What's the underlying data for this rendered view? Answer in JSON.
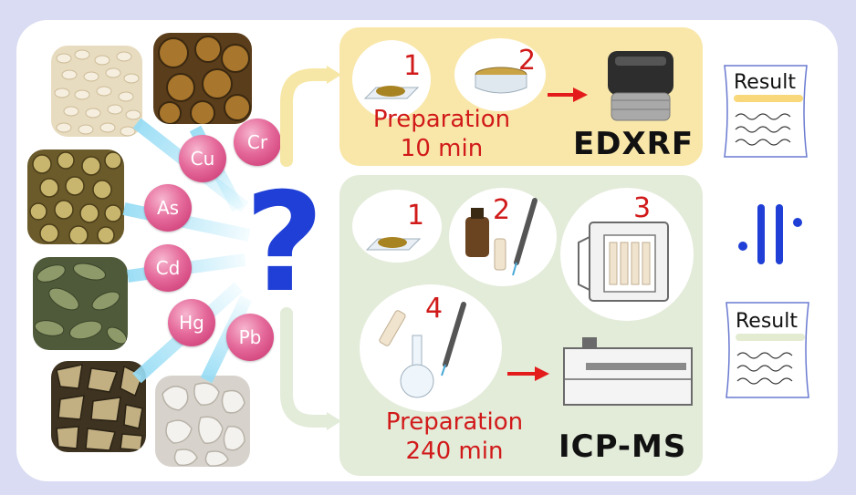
{
  "elements": [
    "Cr",
    "Cu",
    "As",
    "Cd",
    "Hg",
    "Pb"
  ],
  "question_mark": "?",
  "edxrf": {
    "steps": [
      "1",
      "2"
    ],
    "preparation_label": "Preparation",
    "preparation_time": "10 min",
    "method": "EDXRF"
  },
  "icpms": {
    "steps": [
      "1",
      "2",
      "3",
      "4"
    ],
    "preparation_label": "Preparation",
    "preparation_time": "240 min",
    "method": "ICP-MS"
  },
  "results": [
    "Result",
    "Result"
  ],
  "colors": {
    "frame": "#d9dcf2",
    "element_badge": "#e56a9b",
    "question_mark": "#1f3fd6",
    "edxrf_box": "#f9e7aa",
    "icpms_box": "#e3ebd9",
    "step_text": "#d11a1a",
    "equal_sign": "#1f3fd6"
  }
}
